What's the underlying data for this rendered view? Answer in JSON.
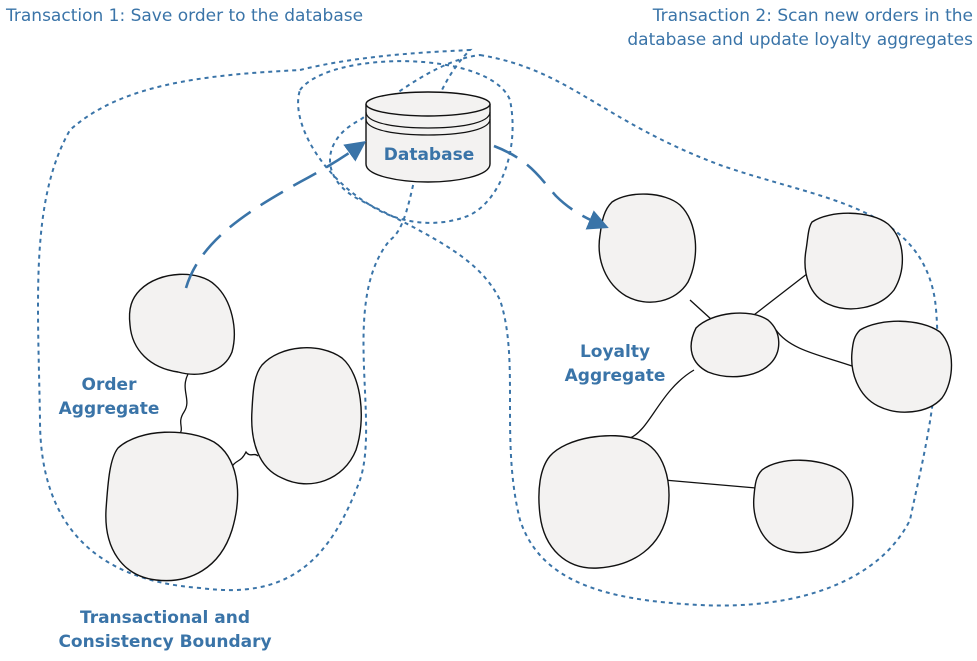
{
  "captions": {
    "transaction1": "Transaction 1: Save order to the database",
    "transaction2_line1": "Transaction 2: Scan new orders in the",
    "transaction2_line2": "database and update loyalty aggregates"
  },
  "labels": {
    "database": "Database",
    "order_aggregate_line1": "Order",
    "order_aggregate_line2": "Aggregate",
    "loyalty_aggregate_line1": "Loyalty",
    "loyalty_aggregate_line2": "Aggregate",
    "boundary_line1": "Transactional and",
    "boundary_line2": "Consistency Boundary"
  },
  "colors": {
    "accent": "#3a74a8",
    "node_fill": "#f3f2f1",
    "outline": "#111111"
  }
}
